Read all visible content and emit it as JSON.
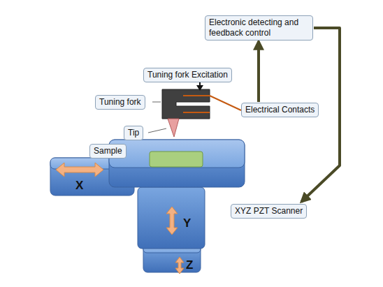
{
  "diagram": {
    "nodes": [
      {
        "text": [
          "Electronic detecting and feedback control"
        ]
      },
      {
        "text": [
          "Tuning fork Excitation"
        ]
      },
      {
        "text": [
          "Tuning fork"
        ]
      },
      {
        "text": [
          "Electrical Contacts"
        ]
      },
      {
        "text": [
          "Tip"
        ]
      },
      {
        "text": [
          "Sample"
        ]
      },
      {
        "text": [
          "XYZ PZT Scanner"
        ]
      }
    ],
    "edges": [
      {
        "from": 3,
        "to": 0,
        "arrow": "to"
      },
      {
        "from": 0,
        "to": 6,
        "arrow": "to"
      }
    ],
    "labels": [
      "X",
      "Y",
      "Z"
    ]
  }
}
